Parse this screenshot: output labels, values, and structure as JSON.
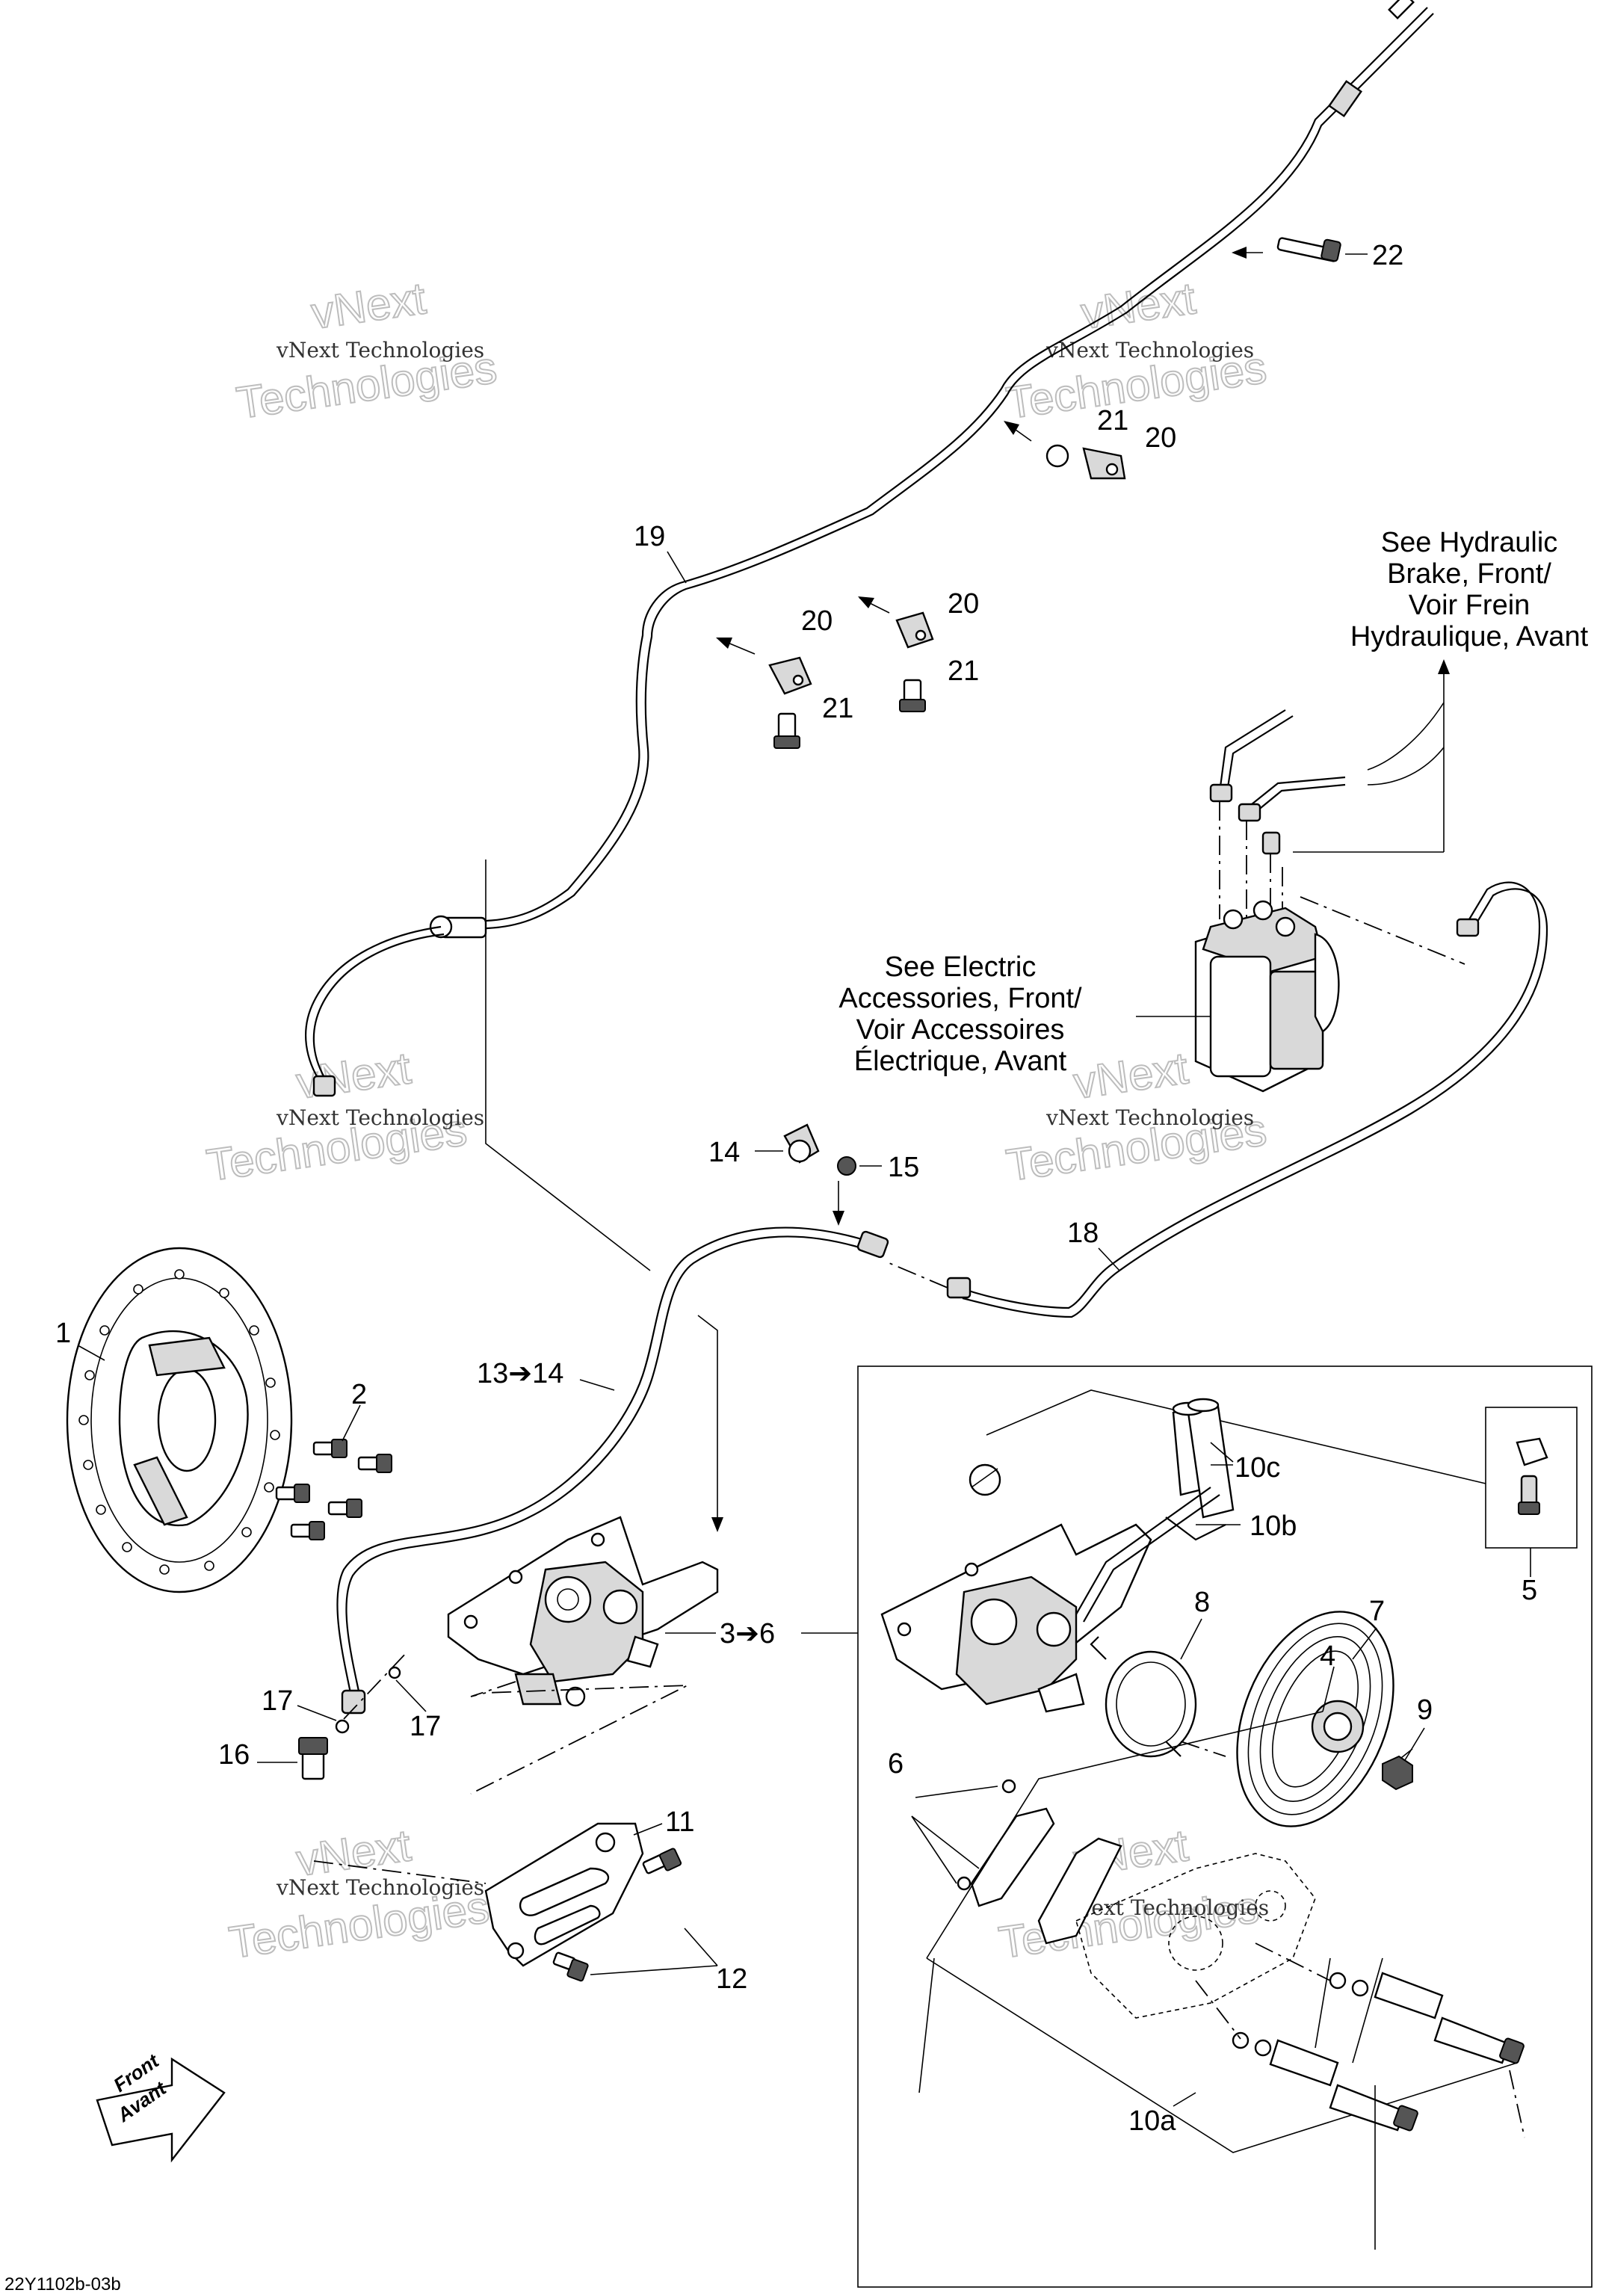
{
  "labels": {
    "l1": "1",
    "l2": "2",
    "l3_6": "3➔6",
    "l4": "4",
    "l5": "5",
    "l6": "6",
    "l7": "7",
    "l8": "8",
    "l9": "9",
    "l10a": "10a",
    "l10b": "10b",
    "l10c": "10c",
    "l11": "11",
    "l12": "12",
    "l13_14": "13➔14",
    "l14": "14",
    "l15": "15",
    "l16": "16",
    "l17a": "17",
    "l17b": "17",
    "l18": "18",
    "l19": "19",
    "l20a": "20",
    "l20b": "20",
    "l20c": "20",
    "l21a": "21",
    "l21b": "21",
    "l21c": "21",
    "l22": "22"
  },
  "notes": {
    "hydraulic": [
      "See Hydraulic",
      "Brake, Front/",
      "Voir Frein",
      "Hydraulique, Avant"
    ],
    "electric": [
      "See Electric",
      "Accessories, Front/",
      "Voir Accessoires",
      "Électrique, Avant"
    ]
  },
  "front_badge": [
    "Front",
    "Avant"
  ],
  "watermark": {
    "small": "vNext Technologies",
    "big": "Technologies",
    "top": "vNext"
  },
  "drawing_code": "22Y1102b-03b"
}
